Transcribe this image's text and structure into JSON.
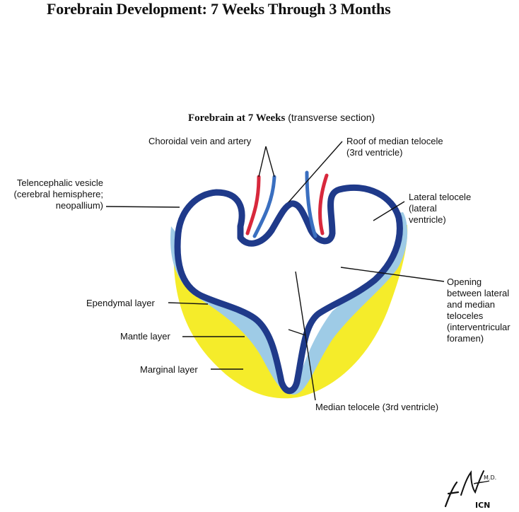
{
  "title": "Forebrain Development: 7 Weeks Through 3 Months",
  "subtitle": {
    "strong": "Forebrain at 7 Weeks",
    "rest": "(transverse section)"
  },
  "labels": {
    "choroidal": "Choroidal vein and artery",
    "roof_line1": "Roof of median telocele",
    "roof_line2": "(3rd ventricle)",
    "tel_line1": "Telencephalic vesicle",
    "tel_line2": "(cerebral hemisphere;",
    "tel_line3": "neopallium)",
    "lat_line1": "Lateral telocele",
    "lat_line2": "(lateral",
    "lat_line3": "ventricle)",
    "open_line1": "Opening",
    "open_line2": "between lateral",
    "open_line3": "and median",
    "open_line4": "teloceles",
    "open_line5": "(interventricular",
    "open_line6": "foramen)",
    "ependymal": "Ependymal layer",
    "mantle": "Mantle layer",
    "marginal": "Marginal layer",
    "median": "Median telocele (3rd ventricle)"
  },
  "colors": {
    "ependymal": "#1f3a8a",
    "mantle": "#9ecbe6",
    "marginal": "#f5ec2a",
    "artery": "#d8283c",
    "vein": "#3a6fc0"
  },
  "icons": {
    "signature": "netter-signature-logo"
  }
}
